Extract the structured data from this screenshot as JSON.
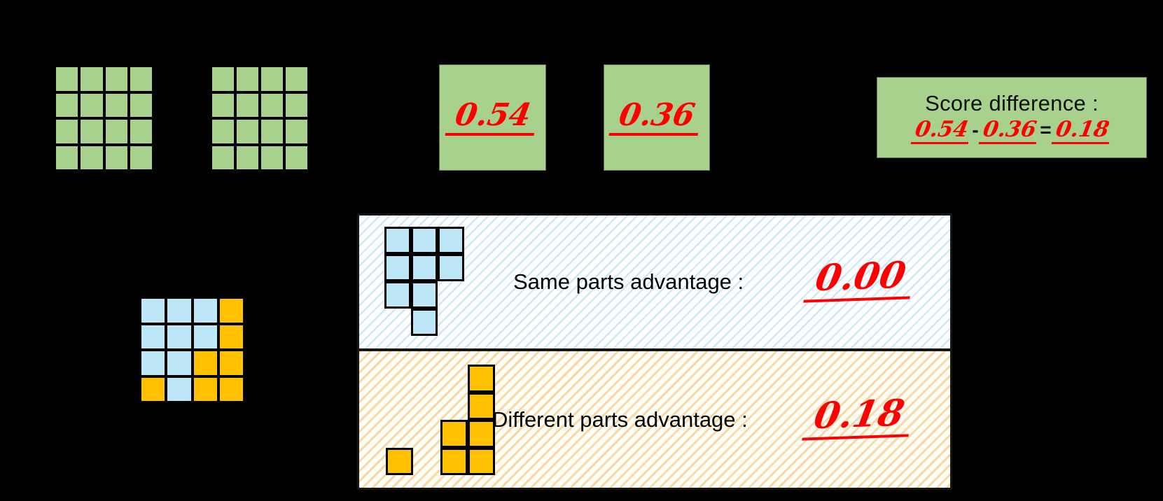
{
  "colors": {
    "green": "#A9D18E",
    "blue": "#BDE6F7",
    "orange": "#FFC000",
    "red": "#FF0000",
    "hatch_blue": "#C8E5F6",
    "hatch_orange": "#F8D9A0"
  },
  "top_row": {
    "left_grid_pattern": [
      [
        "G",
        "G",
        "G",
        "G"
      ],
      [
        "G",
        "G",
        "G",
        "G"
      ],
      [
        "G",
        "G",
        "G",
        "G"
      ],
      [
        "G",
        "G",
        "G",
        "G"
      ]
    ],
    "right_grid_pattern": [
      [
        "G",
        "G",
        "G",
        "G"
      ],
      [
        "G",
        "G",
        "G",
        "G"
      ],
      [
        "G",
        "G",
        "G",
        "G"
      ],
      [
        "G",
        "G",
        "G",
        "G"
      ]
    ],
    "score_left": "0.54",
    "score_right": "0.36",
    "score_difference": {
      "title": "Score difference :",
      "formula": [
        {
          "text": "0.54",
          "style": "score"
        },
        {
          "text": "-",
          "style": "op"
        },
        {
          "text": "0.36",
          "style": "score"
        },
        {
          "text": "=",
          "style": "op"
        },
        {
          "text": "0.18",
          "style": "score"
        }
      ]
    }
  },
  "comparison": {
    "mixed_grid_pattern": [
      [
        "B",
        "B",
        "B",
        "O"
      ],
      [
        "B",
        "B",
        "B",
        "O"
      ],
      [
        "B",
        "B",
        "O",
        "O"
      ],
      [
        "O",
        "B",
        "O",
        "O"
      ]
    ],
    "same_panel": {
      "label": "Same parts advantage :",
      "value": "0.00",
      "shape_pattern": [
        [
          "B",
          "B",
          "B",
          null
        ],
        [
          "B",
          "B",
          "B",
          null
        ],
        [
          "B",
          "B",
          null,
          null
        ],
        [
          null,
          "B",
          null,
          null
        ]
      ]
    },
    "different_panel": {
      "label": "Different parts advantage :",
      "value": "0.18",
      "shape_pattern": [
        [
          null,
          null,
          null,
          "O"
        ],
        [
          null,
          null,
          null,
          "O"
        ],
        [
          null,
          null,
          "O",
          "O"
        ],
        [
          "O",
          null,
          "O",
          "O"
        ]
      ]
    }
  }
}
